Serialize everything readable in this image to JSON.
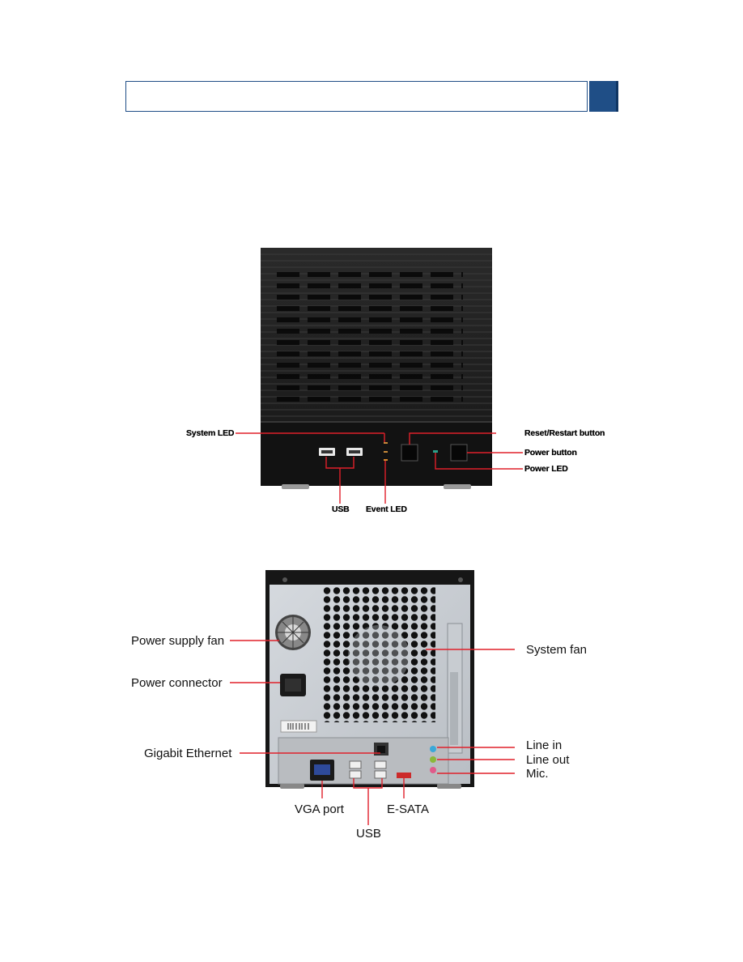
{
  "front_view": {
    "labels": {
      "system_led": "System LED",
      "reset_button": "Reset/Restart button",
      "power_button": "Power button",
      "power_led": "Power LED",
      "usb": "USB",
      "event_led": "Event LED"
    }
  },
  "rear_view": {
    "labels": {
      "power_supply_fan": "Power supply fan",
      "power_connector": "Power connector",
      "gigabit_ethernet": "Gigabit Ethernet",
      "vga_port": "VGA port",
      "usb": "USB",
      "esata": "E-SATA",
      "system_fan": "System fan",
      "line_in": "Line in",
      "line_out": "Line out",
      "mic": "Mic."
    }
  },
  "colors": {
    "header_accent": "#1f4e86",
    "callout_line": "#e0202a",
    "chassis": "#1a1a1a"
  }
}
